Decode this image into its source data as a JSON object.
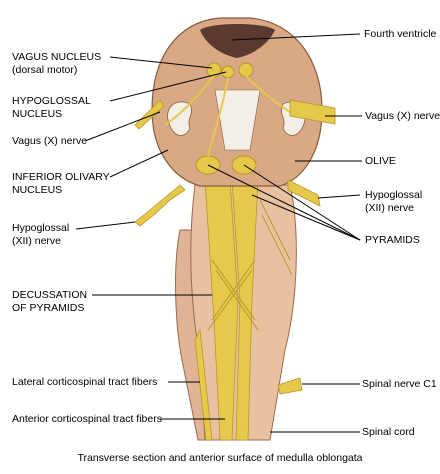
{
  "labels": {
    "vagus_nucleus": [
      "VAGUS NUCLEUS",
      "(dorsal motor)"
    ],
    "hypoglossal_nucleus": [
      "HYPOGLOSSAL",
      "NUCLEUS"
    ],
    "vagus_nerve_left": [
      "Vagus (X) nerve"
    ],
    "inferior_olivary": [
      "INFERIOR OLIVARY",
      "NUCLEUS"
    ],
    "hypoglossal_nerve_left": [
      "Hypoglossal",
      "(XII) nerve"
    ],
    "decussation": [
      "DECUSSATION",
      "OF PYRAMIDS"
    ],
    "lateral_cst": [
      "Lateral corticospinal tract fibers"
    ],
    "anterior_cst": [
      "Anterior corticospinal tract fibers"
    ],
    "fourth_ventricle": [
      "Fourth ventricle"
    ],
    "vagus_nerve_right": [
      "Vagus (X) nerve"
    ],
    "olive": [
      "OLIVE"
    ],
    "hypoglossal_nerve_right": [
      "Hypoglossal",
      "(XII) nerve"
    ],
    "pyramids": [
      "PYRAMIDS"
    ],
    "spinal_nerve_c1": [
      "Spinal nerve C1"
    ],
    "spinal_cord": [
      "Spinal cord"
    ]
  },
  "caption": "Transverse section and anterior surface of medulla oblongata",
  "colors": {
    "tissue": "#e8c2a0",
    "tissue_dark": "#c8946e",
    "nerve": "#e6c84a",
    "nerve_dark": "#b8952a",
    "ventricle": "#5a3a2e",
    "grey_matter": "#f3efe6"
  }
}
